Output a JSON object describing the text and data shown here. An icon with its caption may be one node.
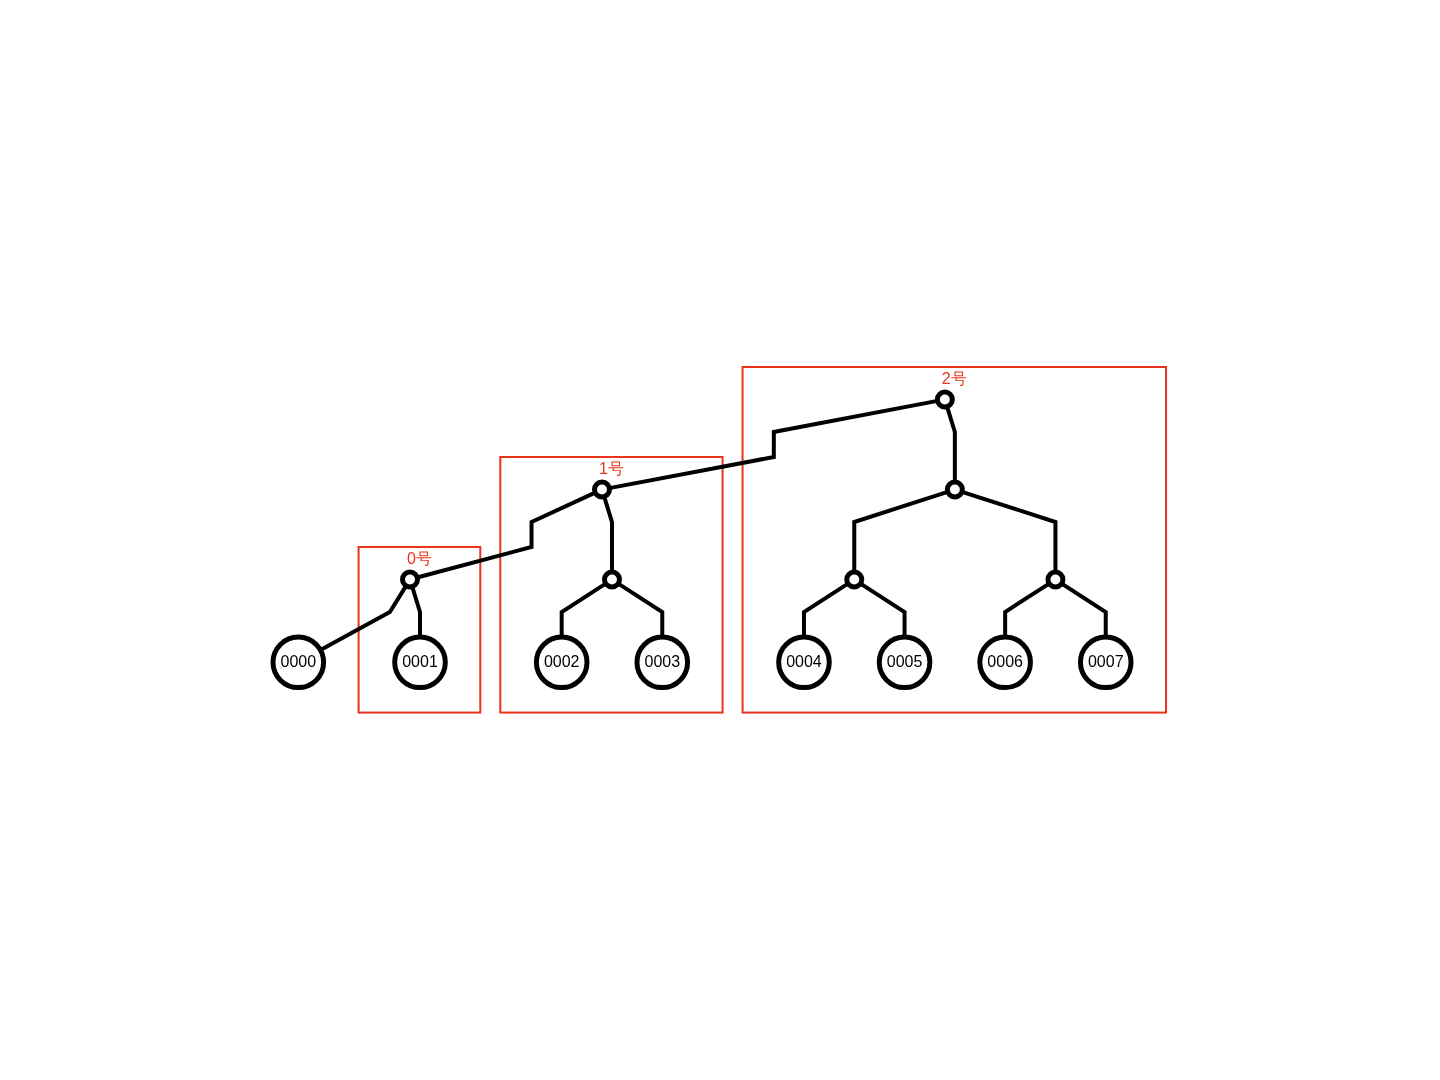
{
  "diagram": {
    "nodes": [
      {
        "text": [
          "2号"
        ]
      },
      {
        "text": [],
        "shape": "circle",
        "in": 0
      },
      {
        "text": [
          "1号"
        ]
      },
      {
        "text": [],
        "shape": "circle",
        "in": 2
      },
      {
        "text": [
          "0号"
        ]
      },
      {
        "text": [],
        "shape": "circle",
        "in": 4
      },
      {
        "text": [
          "0000"
        ]
      },
      {
        "text": [
          "0001"
        ],
        "in": 4
      },
      {
        "text": [],
        "shape": "circle",
        "in": 2
      },
      {
        "text": [
          "0002"
        ],
        "in": 2
      },
      {
        "text": [
          "0003"
        ],
        "in": 2
      },
      {
        "text": [],
        "shape": "circle",
        "in": 0
      },
      {
        "text": [],
        "shape": "circle",
        "in": 0
      },
      {
        "text": [],
        "shape": "circle",
        "in": 0
      },
      {
        "text": [
          "0004"
        ],
        "in": 0
      },
      {
        "text": [
          "0005"
        ],
        "in": 0
      },
      {
        "text": [
          "0006"
        ],
        "in": 0
      },
      {
        "text": [
          "0007"
        ],
        "in": 0
      }
    ],
    "edges": [
      {
        "from": 1,
        "to": 3,
        "arrow": "none"
      },
      {
        "from": 1,
        "to": 11,
        "arrow": "none"
      },
      {
        "from": 3,
        "to": 5,
        "arrow": "none"
      },
      {
        "from": 3,
        "to": 8,
        "arrow": "none"
      },
      {
        "from": 5,
        "to": 6,
        "arrow": "none"
      },
      {
        "from": 5,
        "to": 7,
        "arrow": "none"
      },
      {
        "from": 8,
        "to": 9,
        "arrow": "none"
      },
      {
        "from": 8,
        "to": 10,
        "arrow": "none"
      },
      {
        "from": 11,
        "to": 12,
        "arrow": "none"
      },
      {
        "from": 11,
        "to": 13,
        "arrow": "none"
      },
      {
        "from": 12,
        "to": 14,
        "arrow": "none"
      },
      {
        "from": 12,
        "to": 15,
        "arrow": "none"
      },
      {
        "from": 13,
        "to": 16,
        "arrow": "none"
      },
      {
        "from": 13,
        "to": 17,
        "arrow": "none"
      }
    ]
  }
}
